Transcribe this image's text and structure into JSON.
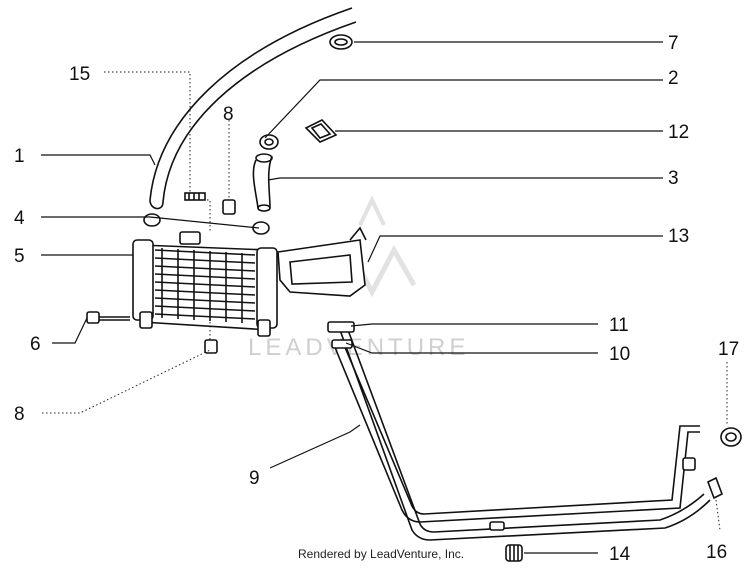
{
  "callouts": {
    "n1": "1",
    "n2": "2",
    "n3": "3",
    "n4": "4",
    "n5": "5",
    "n6": "6",
    "n7": "7",
    "n8a": "8",
    "n8b": "8",
    "n9": "9",
    "n10": "10",
    "n11": "11",
    "n12": "12",
    "n13": "13",
    "n14": "14",
    "n15": "15",
    "n16": "16",
    "n17": "17"
  },
  "watermark": "LEADVENTURE",
  "credit": "Rendered by LeadVenture, Inc."
}
